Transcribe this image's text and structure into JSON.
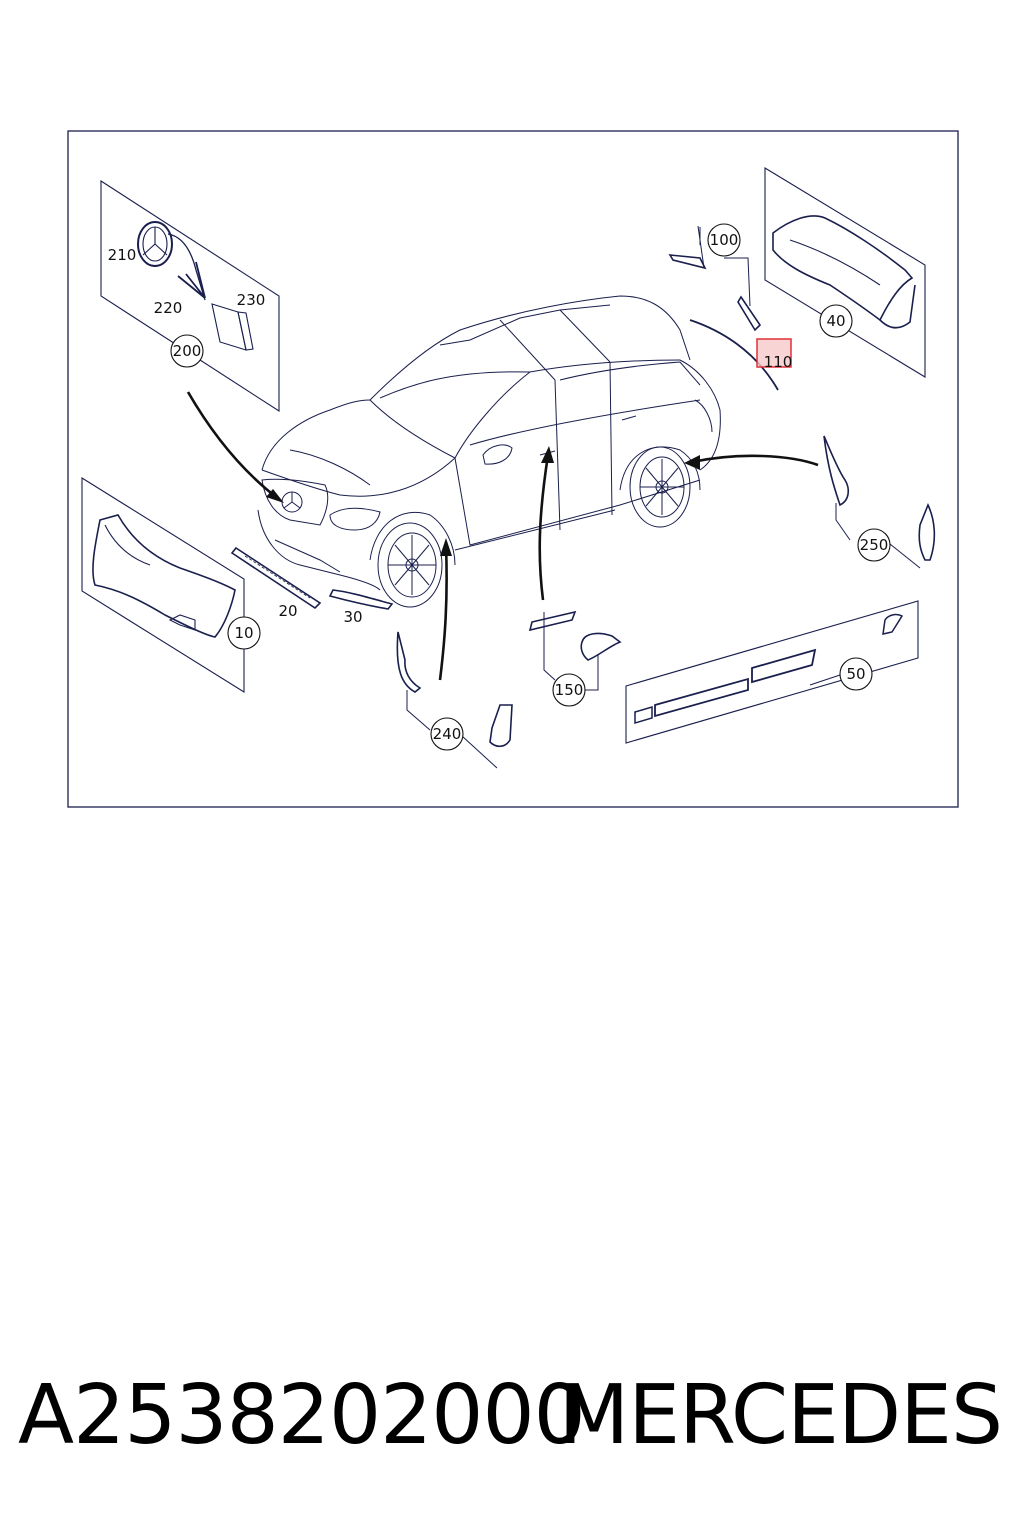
{
  "diagram": {
    "callouts": {
      "c10": "10",
      "c20": "20",
      "c30": "30",
      "c40": "40",
      "c50": "50",
      "c100": "100",
      "c110": "110",
      "c150": "150",
      "c200": "200",
      "c210": "210",
      "c220": "220",
      "c230": "230",
      "c240": "240",
      "c250": "250"
    },
    "colors": {
      "line": "#1a1f4d",
      "highlight_fill": "#f6c9c9",
      "highlight_stroke": "#e0303a"
    }
  },
  "caption": {
    "part_number": "A2538202000",
    "brand": "MERCEDES"
  }
}
